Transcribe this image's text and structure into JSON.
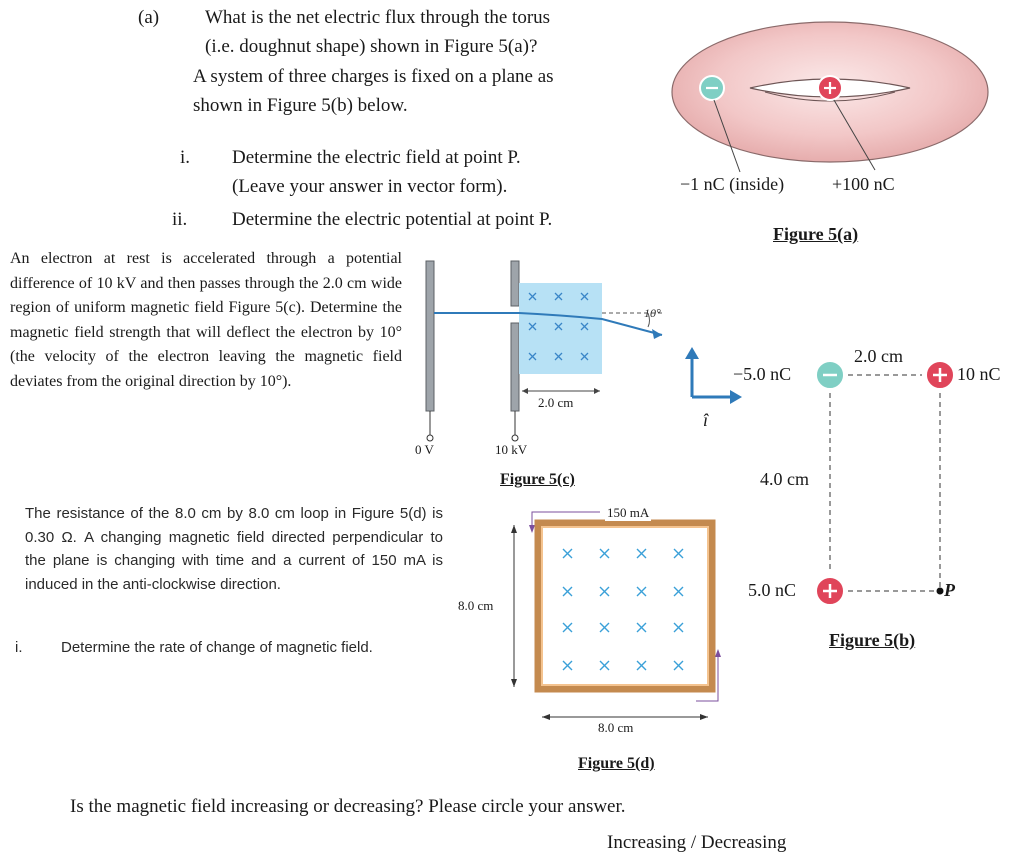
{
  "part_a": {
    "label": "(a)",
    "q1_line1": "What is the net electric flux through the torus",
    "q1_line2": "(i.e. doughnut shape) shown in Figure 5(a)?",
    "q2_line1": "A system of three charges is fixed on a plane as",
    "q2_line2": "shown in Figure 5(b) below.",
    "sub_i_label": "i.",
    "sub_i_line1": "Determine the electric field at point P.",
    "sub_i_line2": "(Leave your answer in vector form).",
    "sub_ii_label": "ii.",
    "sub_ii_text": "Determine the electric potential at point P."
  },
  "figure_5a": {
    "caption": "Figure 5(a)",
    "neg_label": "−1 nC (inside)",
    "pos_label": "+100 nC"
  },
  "electron_para": "An electron at rest is accelerated through a potential difference of 10 kV and then passes through the 2.0 cm wide region of uniform magnetic field Figure 5(c). Determine the magnetic field strength that will deflect the electron by 10° (the velocity of the electron leaving the magnetic field deviates from the original direction by 10°).",
  "figure_5c": {
    "caption": "Figure 5(c)",
    "left_plate": "0 V",
    "right_plate": "10 kV",
    "width_label": "2.0 cm",
    "angle_label": "10°"
  },
  "unit_vectors": {
    "i_hat": "î"
  },
  "figure_5b": {
    "caption": "Figure 5(b)",
    "top_left_charge": "−5.0 nC",
    "top_right_charge": "10 nC",
    "bottom_left_charge": "5.0 nC",
    "horizontal_dist": "2.0 cm",
    "vertical_dist": "4.0 cm",
    "point_label": "P"
  },
  "loop_para": "The resistance of the 8.0 cm by 8.0 cm loop in Figure 5(d) is 0.30 Ω. A changing magnetic field directed perpendicular to the plane is changing with time and a current of 150 mA is induced in the anti-clockwise direction.",
  "part_d": {
    "sub_i_label": "i.",
    "sub_i_text": "Determine the rate of change of magnetic field."
  },
  "figure_5d": {
    "caption": "Figure 5(d)",
    "current_label": "150 mA",
    "height_label": "8.0 cm",
    "width_label": "8.0 cm"
  },
  "final": {
    "question": "Is the magnetic field increasing or decreasing? Please circle your answer.",
    "answer": "Increasing / Decreasing"
  },
  "colors": {
    "charge_pos": "#e0455a",
    "charge_neg": "#7fcfc4",
    "field": "#b7e1f5",
    "arrow_blue": "#2f7ab9",
    "loop_wire": "#e0a56b",
    "torus": "#f2c9c9"
  }
}
